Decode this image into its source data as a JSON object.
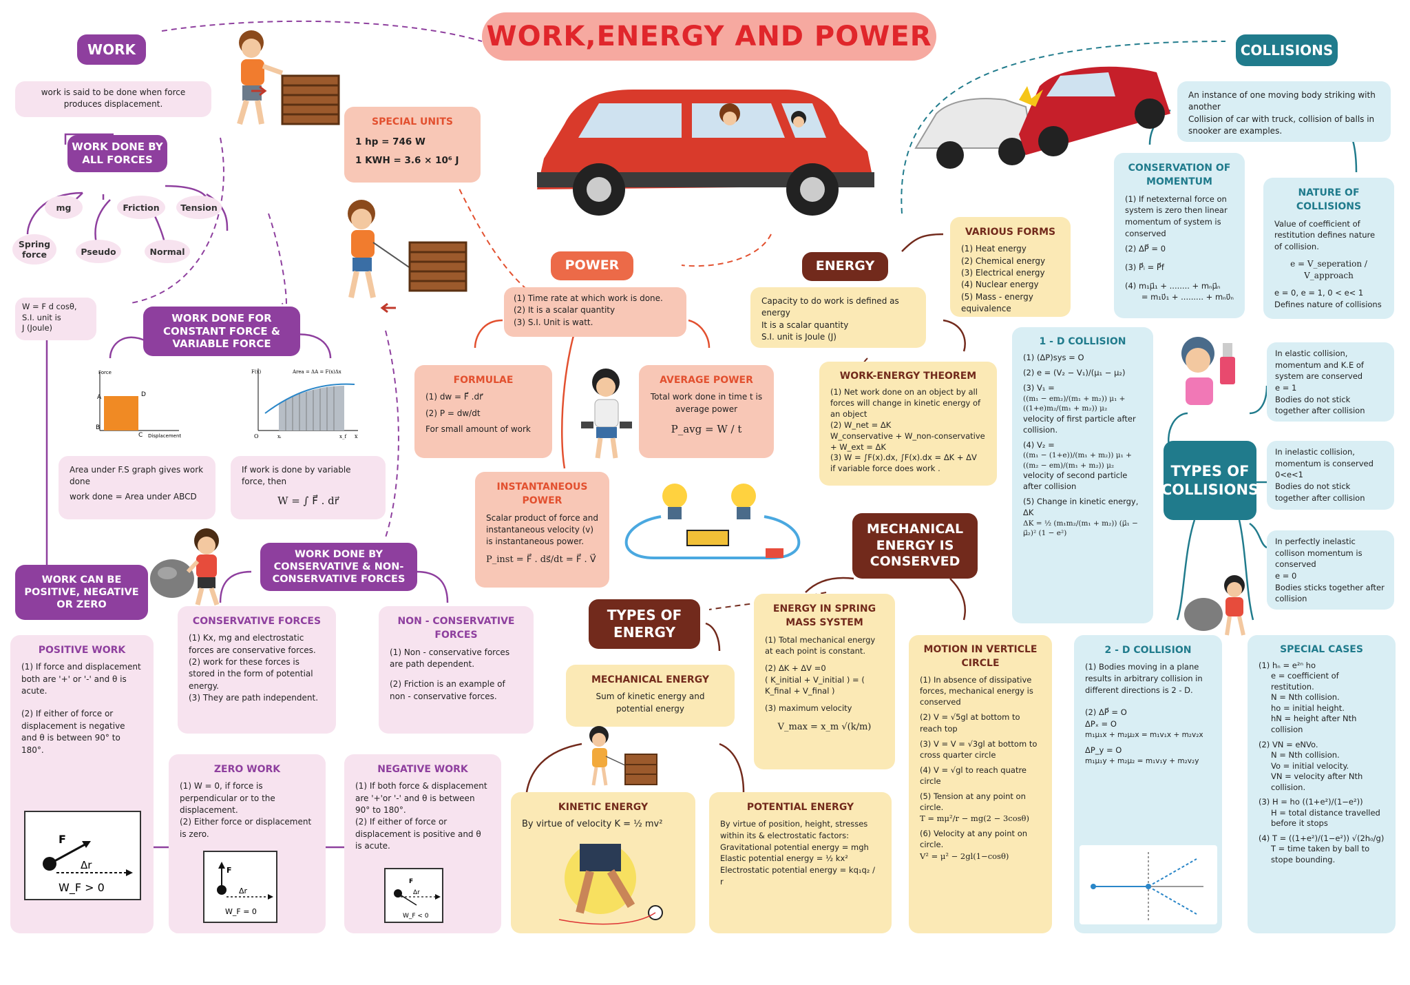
{
  "title": "WORK,ENERGY AND POWER",
  "work": {
    "heading": "WORK",
    "definition": "work is said to be done when force produces displacement.",
    "all_forces": "WORK DONE BY ALL FORCES",
    "forces": [
      "mg",
      "Friction",
      "Tension",
      "Spring force",
      "Pseudo",
      "Normal"
    ],
    "formula_lines": [
      "W = F d cosθ,",
      "S.I. unit is",
      "J (Joule)"
    ]
  },
  "special_units": {
    "heading": "SPECIAL UNITS",
    "items": [
      "1 hp = 746 W",
      "1 KWH = 3.6 × 10⁶ J"
    ]
  },
  "constant_variable": {
    "heading": "WORK DONE FOR CONSTANT FORCE & VARIABLE FORCE",
    "graph1": {
      "y": "Force",
      "x": "Displacement",
      "pts": [
        "A",
        "D",
        "B",
        "C"
      ]
    },
    "graph2": {
      "label": "Area = ΔA = F(x)Δx",
      "y": "F(x)",
      "x": "x",
      "pts": [
        "O",
        "xᵢ",
        "x_f"
      ]
    },
    "area_lines": [
      "Area under F.S graph gives work done",
      "work done = Area under ABCD"
    ],
    "variable_lines": [
      "If work is done by variable force, then"
    ],
    "variable_eq": "W = ∫ F⃗ . dr⃗"
  },
  "cons_noncons": {
    "heading": "WORK DONE BY CONSERVATIVE & NON-CONSERVATIVE FORCES"
  },
  "can_be": "WORK CAN BE POSITIVE, NEGATIVE OR ZERO",
  "conservative": {
    "heading": "CONSERVATIVE FORCES",
    "items": [
      "(1) Kx, mg and electrostatic forces are conservative forces.",
      "(2) work for these forces is stored in the form of potential energy.",
      "(3) They are path independent."
    ]
  },
  "non_conservative": {
    "heading": "NON - CONSERVATIVE FORCES",
    "items": [
      "(1) Non - conservative forces are path dependent.",
      "(2) Friction is an example of non - conservative forces."
    ]
  },
  "positive": {
    "heading": "POSITIVE WORK",
    "items": [
      "(1) If force and displacement both are '+' or '-' and θ is acute.",
      "(2) If either of force or displacement is negative and θ is between 90° to 180°."
    ],
    "fig_F": "F",
    "fig_dr": "Δr",
    "fig_w": "W_F > 0"
  },
  "zero": {
    "heading": "ZERO WORK",
    "items": [
      "(1) W = 0, if force is perpendicular or to the displacement.",
      "(2) Either force or displacement is zero."
    ],
    "fig_F": "F",
    "fig_dr": "Δr",
    "fig_w": "W_F = 0"
  },
  "negative": {
    "heading": "NEGATIVE WORK",
    "items": [
      "(1) If both force & displacement are '+'or '-' and θ is between 90° to 180°.",
      "(2) If either of force or displacement is positive and θ is acute."
    ],
    "fig_F": "F",
    "fig_dr": "Δr",
    "fig_w": "W_F < 0"
  },
  "power": {
    "heading": "POWER",
    "items": [
      "(1) Time rate at which work is done.",
      "(2) It is a scalar quantity",
      "(3) S.I. Unit is watt."
    ],
    "formulae": {
      "heading": "FORMULAE",
      "l1": "(1) dw = F⃗ .dr⃗",
      "l2": "(2) P = dw/dt",
      "l3": "For small amount of work"
    },
    "average": {
      "heading": "AVERAGE POWER",
      "text": "Total work done in time t is average power",
      "eq": "P_avg = W / t"
    },
    "instant": {
      "heading": "INSTANTANEOUS POWER",
      "text": "Scalar product of force and instantaneous velocity (v) is instantaneous power.",
      "eq": "P_inst = F⃗ . ds⃗/dt = F⃗ . V⃗"
    }
  },
  "energy": {
    "heading": "ENERGY",
    "items": [
      "Capacity to do work is defined as energy",
      "It is a scalar quantity",
      "S.I. unit is Joule (J)"
    ],
    "forms": {
      "heading": "VARIOUS FORMS",
      "items": [
        "(1) Heat energy",
        "(2) Chemical energy",
        "(3) Electrical energy",
        "(4) Nuclear energy",
        "(5) Mass - energy equivalence"
      ]
    },
    "theorem": {
      "heading": "WORK-ENERGY THEOREM",
      "items": [
        "(1) Net work done on an object by all forces will change in kinetic energy of an object",
        "(2) W_net = ΔK",
        "W_conservative + W_non-conservative + W_ext = ΔK",
        "(3) W = ∫F(x).dx, ∫F(x).dx = ΔK + ΔV",
        "if variable force does work ."
      ]
    },
    "conserved": "MECHANICAL ENERGY IS CONSERVED",
    "types": "TYPES OF ENERGY",
    "spring": {
      "heading": "ENERGY IN SPRING MASS SYSTEM",
      "items": [
        "(1) Total mechanical energy at each point is constant.",
        "(2) ΔK + ΔV =0",
        "( K_initial + V_initial ) = ( K_final + V_final )",
        "(3) maximum velocity",
        "V_max = x_m √(k/m)"
      ]
    },
    "mechanical": {
      "heading": "MECHANICAL ENERGY",
      "text": "Sum of kinetic energy and potential energy"
    },
    "kinetic": {
      "heading": "KINETIC ENERGY",
      "text": "By virtue of velocity K = ½ mv²"
    },
    "potential": {
      "heading": "POTENTIAL ENERGY",
      "items": [
        "By virtue of position, height, stresses within its & electrostatic factors:",
        "Gravitational potential energy = mgh",
        "Elastic potential energy = ½ kx²",
        "Electrostatic potential energy = kq₁q₂ / r"
      ]
    },
    "vertical": {
      "heading": "MOTION IN VERTICLE CIRCLE",
      "items": [
        "(1) In absence of dissipative forces, mechanical energy is conserved",
        "(2) V = √5gl at bottom to reach top",
        "(3) V = V = √3gl at bottom to cross quarter circle",
        "(4) V = √gl to reach quatre circle",
        "(5) Tension at any point on circle.",
        "T = mμ²/r − mg(2 − 3cosθ)",
        "(6) Velocity at any point on circle.",
        "V² = μ² − 2gl(1−cosθ)"
      ]
    }
  },
  "collisions": {
    "heading": "COLLISIONS",
    "intro": [
      "An instance of one moving body striking with another",
      "Collision of car with truck, collision of balls in snooker are examples."
    ],
    "momentum": {
      "heading": "CONSERVATION OF MOMENTUM",
      "items": [
        "(1) If netexternal force on system is zero then linear momentum of system is conserved",
        "(2) ΔP⃗ = 0",
        "(3) P⃗ᵢ = P⃗f",
        "(4) m₁μ⃗₁ + ........ + mₙμ⃗ₙ",
        "= m₁υ⃗₁ + ......... + mₙυ⃗ₙ"
      ]
    },
    "nature": {
      "heading": "NATURE OF COLLISIONS",
      "items": [
        "Value of coefficient of restitution defines nature of collision.",
        "e = V_seperation / V_approach",
        "e = 0, e = 1, 0 < e< 1 Defines nature of collisions"
      ]
    },
    "one_d": {
      "heading": "1 - D COLLISION",
      "items": [
        "(1) (ΔP)sys = O",
        "(2) e = (V₂ − V₁)/(μ₁ − μ₂)",
        "(3) V₁ =",
        "((m₁ − em₂)/(m₁ + m₂)) μ₁ + ((1+e)m₂/(m₁ + m₂)) μ₂",
        "velocity of first particle after collision.",
        "(4) V₂ =",
        "((m₁ − (1+e))/(m₁ + m₂)) μ₁ + ((m₂ − em)/(m₁ + m₂)) μ₂",
        "velocity of second particle after collision",
        "(5) Change in kinetic energy, ΔK",
        "ΔK = ½ (m₁m₂/(m₁ + m₂)) (μ⃗₁ − μ⃗₂)² (1 − e²)"
      ]
    },
    "types": "TYPES OF COLLISIONS",
    "elastic": [
      "In elastic collision, momentum and K.E of system are conserved",
      "e = 1",
      "Bodies do not stick together after collision"
    ],
    "inelastic": [
      "In inelastic collision, momentum is conserved",
      "0<e<1",
      "Bodies do not stick together after collision"
    ],
    "perfect": [
      "In perfectly inelastic collison momentum is conserved",
      "e = 0",
      "Bodies sticks together after collision"
    ],
    "two_d": {
      "heading": "2 - D COLLISION",
      "items": [
        "(1) Bodies moving in a plane results in arbitrary collision in different directions is 2 - D.",
        "(2) ΔP⃗ = O",
        "ΔPₓ = O",
        "m₁μ₁x + m₂μ₂x = m₁v₁x + m₂v₂x",
        "ΔP_y = O",
        "m₁μ₁y + m₂μ₂ = m₁v₁y + m₂v₂y"
      ]
    },
    "special": {
      "heading": "SPECIAL CASES",
      "items": [
        "(1) hₙ = e²ⁿ ho",
        "e = coefficient of restitution.",
        "N = Nth collision.",
        "ho = initial height.",
        "hN = height after Nth collision",
        "(2) VN = eNVo.",
        "N = Nth collision.",
        "Vo = initial velocity.",
        "VN = velocity after Nth collision.",
        "(3) H = ho ((1+e²)/(1−e²))",
        "H = total distance travelled before it stops",
        "(4) T = ((1+e²)/(1−e²)) √(2h₀/g)",
        "T = time taken by ball to stope bounding."
      ]
    }
  },
  "colors": {
    "purple": "#8e3f9e",
    "brown": "#722a1c",
    "orange": "#ec6a48",
    "teal": "#207b8c",
    "pink_bg": "#f7e3ef",
    "peach_bg": "#f8c7b6",
    "yellow_bg": "#fbe9b5",
    "blue_bg": "#d9eef4",
    "title_bg": "#f6a9a0",
    "title_fg": "#e0262b"
  },
  "icons": [
    "car-illustration",
    "crash-illustration",
    "boy-pushing-box-illustration",
    "boy-pulling-box-illustration",
    "boy-dumbbell-illustration",
    "bulb-circuit-illustration",
    "girl-light-illustration",
    "boy-rock-illustration",
    "kick-football-illustration"
  ]
}
